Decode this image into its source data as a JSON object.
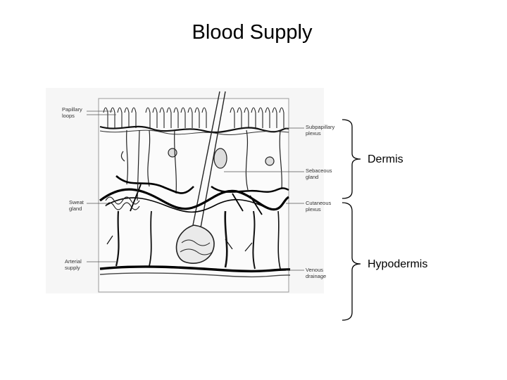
{
  "slide": {
    "title": "Blood Supply"
  },
  "labels": {
    "capillary_loops": "Papillary\nloops",
    "sweat_gland": "Sweat\ngland",
    "arterial_supply": "Arterial\nsupply",
    "subpapillary_plexus": "Subpapillary\nplexus",
    "sebaceous_gland": "Sebaceous\ngland",
    "cutaneous_plexus": "Cutaneous\nplexus",
    "venous_drainage": "Venous\ndrainage"
  },
  "layers": {
    "dermis": "Dermis",
    "hypodermis": "Hypodermis"
  }
}
